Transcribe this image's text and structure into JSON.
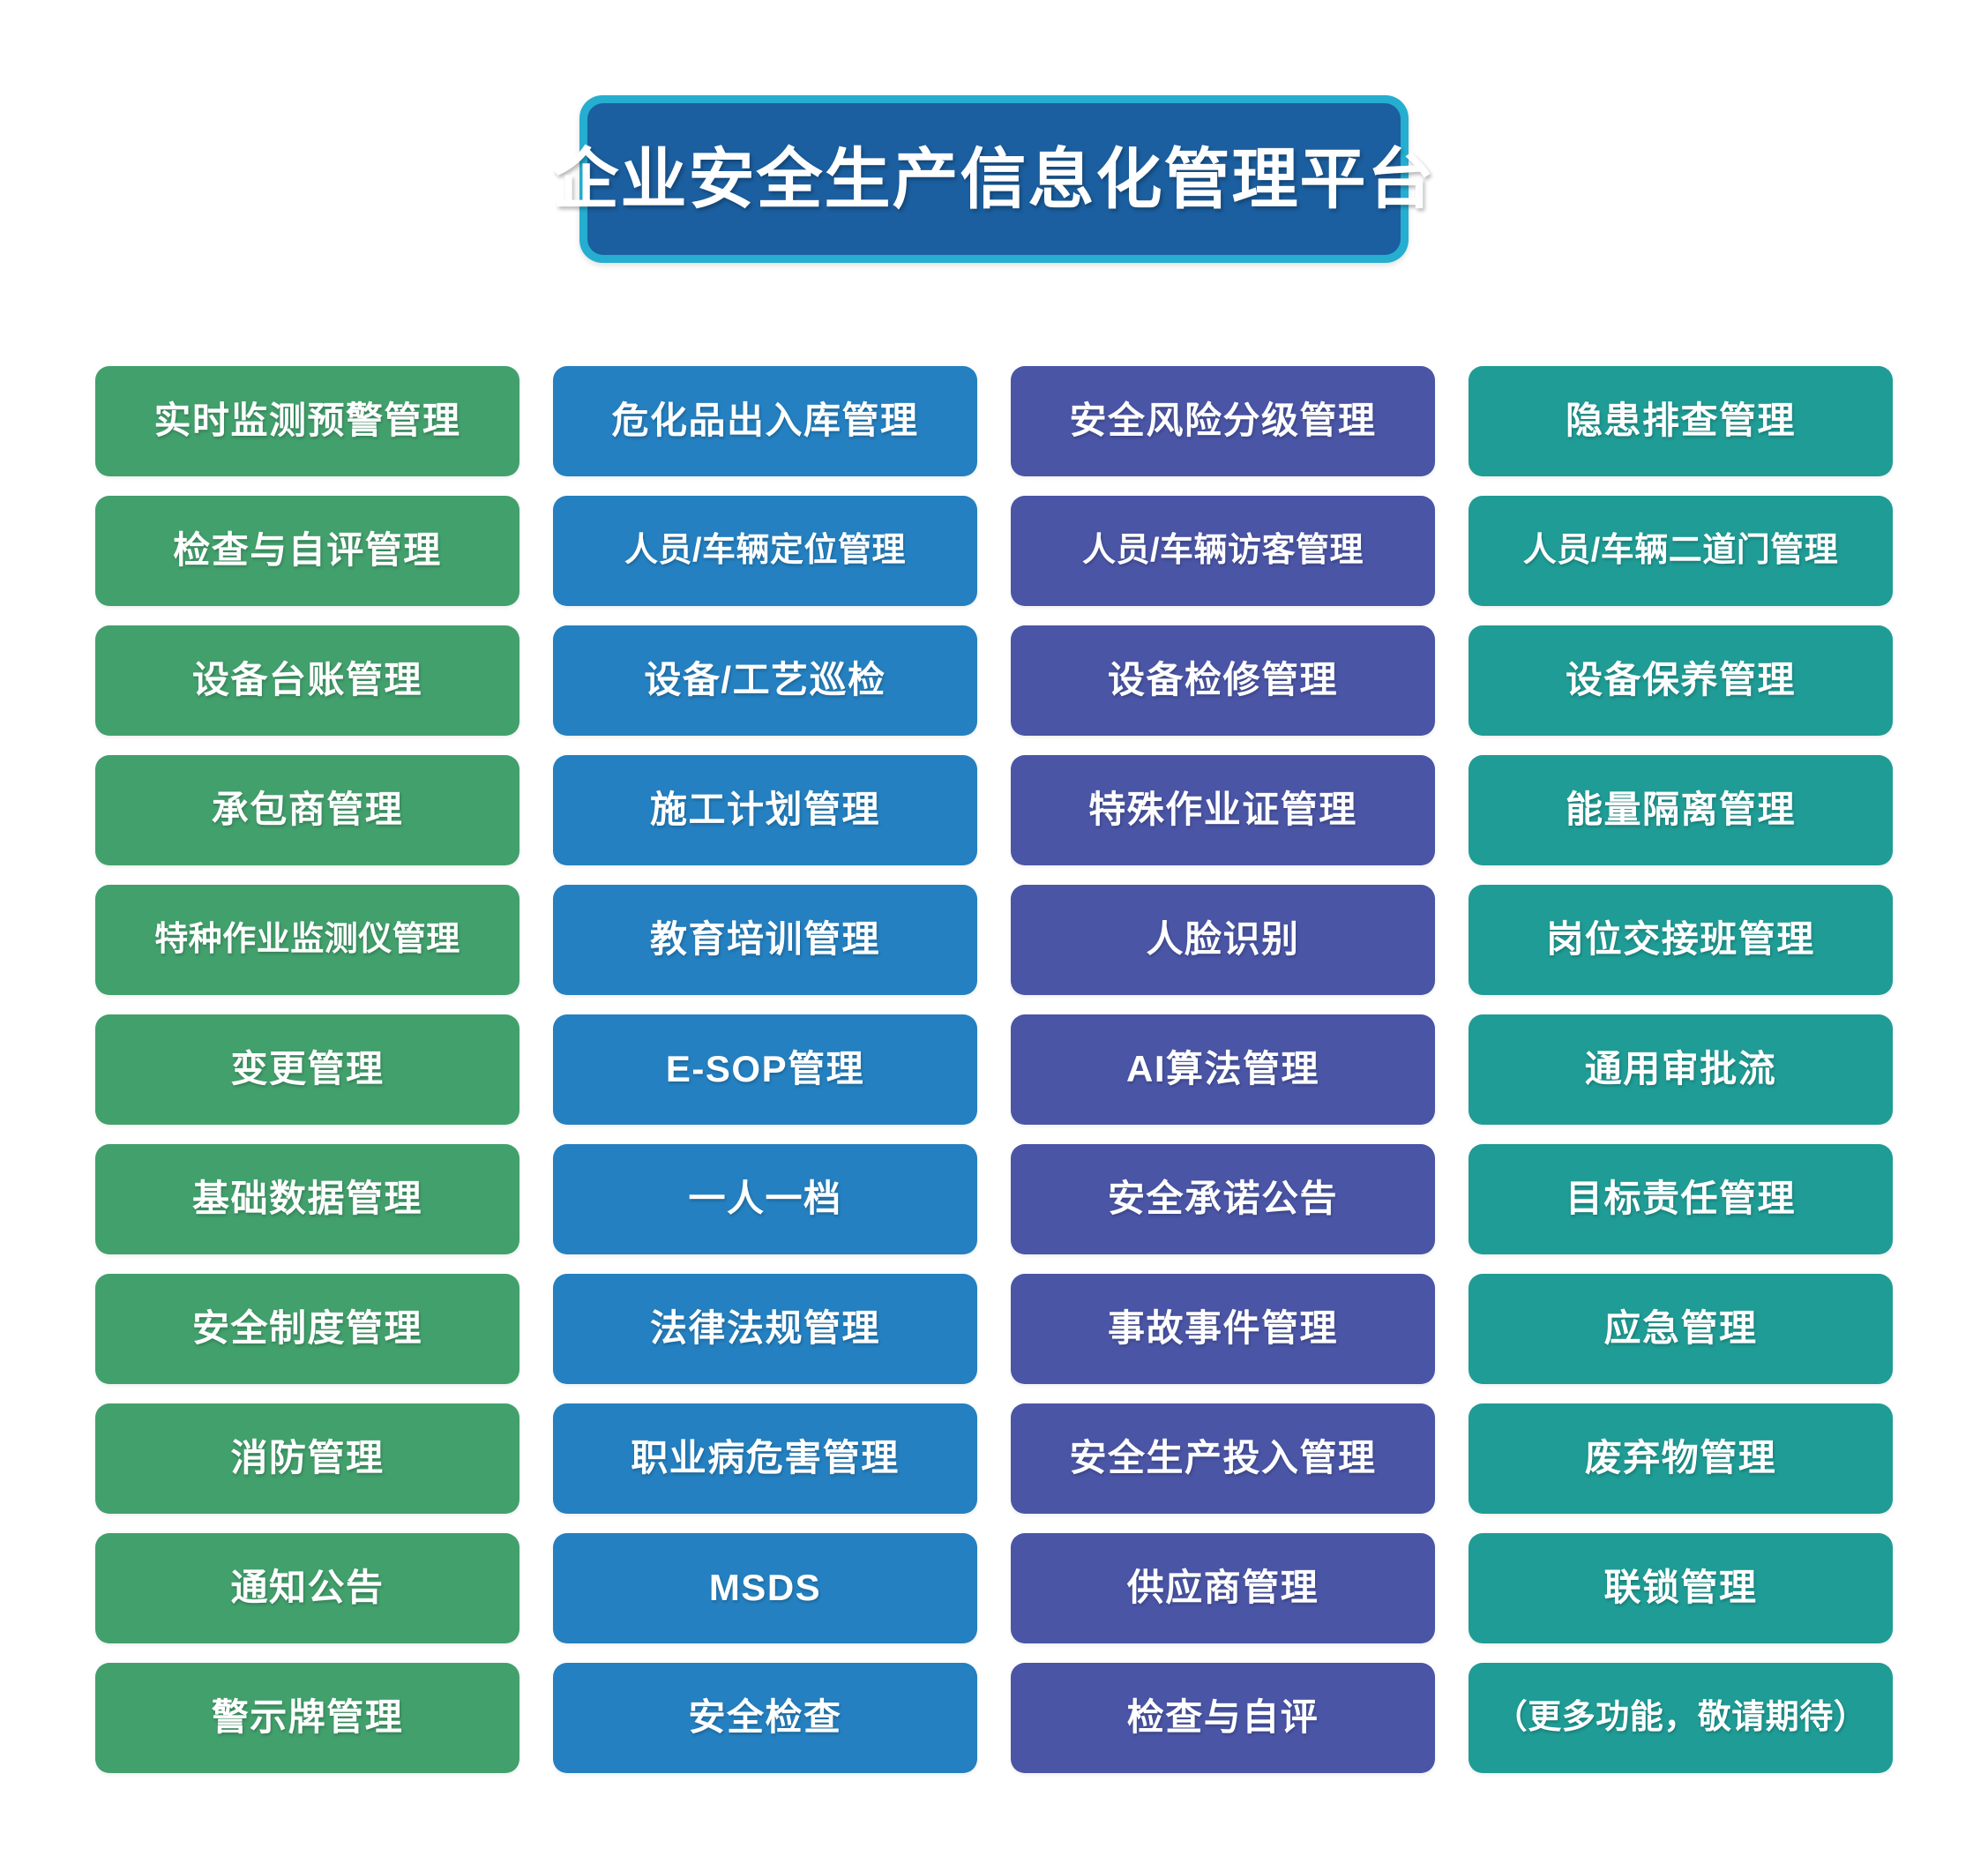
{
  "header": {
    "title": "企业安全生产信息化管理平台",
    "banner_border_color": "#25AED0",
    "banner_fill_color": "#1B5FA0",
    "title_color": "#FFFFFF"
  },
  "palette": {
    "green": "#42A06C",
    "blue": "#2480C0",
    "purple": "#4A55A6",
    "teal": "#1F9C95"
  },
  "grid": {
    "columns": 4,
    "rows": 11,
    "column_colors": [
      "green",
      "blue",
      "purple",
      "teal"
    ],
    "tiles": [
      {
        "label": "实时监测预警管理",
        "color": "green"
      },
      {
        "label": "危化品出入库管理",
        "color": "blue"
      },
      {
        "label": "安全风险分级管理",
        "color": "purple"
      },
      {
        "label": "隐患排查管理",
        "color": "teal"
      },
      {
        "label": "检查与自评管理",
        "color": "green"
      },
      {
        "label": "人员/车辆定位管理",
        "color": "blue"
      },
      {
        "label": "人员/车辆访客管理",
        "color": "purple"
      },
      {
        "label": "人员/车辆二道门管理",
        "color": "teal"
      },
      {
        "label": "设备台账管理",
        "color": "green"
      },
      {
        "label": "设备/工艺巡检",
        "color": "blue"
      },
      {
        "label": "设备检修管理",
        "color": "purple"
      },
      {
        "label": "设备保养管理",
        "color": "teal"
      },
      {
        "label": "承包商管理",
        "color": "green"
      },
      {
        "label": "施工计划管理",
        "color": "blue"
      },
      {
        "label": "特殊作业证管理",
        "color": "purple"
      },
      {
        "label": "能量隔离管理",
        "color": "teal"
      },
      {
        "label": "特种作业监测仪管理",
        "color": "green"
      },
      {
        "label": "教育培训管理",
        "color": "blue"
      },
      {
        "label": "人脸识别",
        "color": "purple"
      },
      {
        "label": "岗位交接班管理",
        "color": "teal"
      },
      {
        "label": "变更管理",
        "color": "green"
      },
      {
        "label": "E-SOP管理",
        "color": "blue"
      },
      {
        "label": "AI算法管理",
        "color": "purple"
      },
      {
        "label": "通用审批流",
        "color": "teal"
      },
      {
        "label": "基础数据管理",
        "color": "green"
      },
      {
        "label": "一人一档",
        "color": "blue"
      },
      {
        "label": "安全承诺公告",
        "color": "purple"
      },
      {
        "label": "目标责任管理",
        "color": "teal"
      },
      {
        "label": "安全制度管理",
        "color": "green"
      },
      {
        "label": "法律法规管理",
        "color": "blue"
      },
      {
        "label": "事故事件管理",
        "color": "purple"
      },
      {
        "label": "应急管理",
        "color": "teal"
      },
      {
        "label": "消防管理",
        "color": "green"
      },
      {
        "label": "职业病危害管理",
        "color": "blue"
      },
      {
        "label": "安全生产投入管理",
        "color": "purple"
      },
      {
        "label": "废弃物管理",
        "color": "teal"
      },
      {
        "label": "通知公告",
        "color": "green"
      },
      {
        "label": "MSDS",
        "color": "blue"
      },
      {
        "label": "供应商管理",
        "color": "purple"
      },
      {
        "label": "联锁管理",
        "color": "teal"
      },
      {
        "label": "警示牌管理",
        "color": "green"
      },
      {
        "label": "安全检查",
        "color": "blue"
      },
      {
        "label": "检查与自评",
        "color": "purple"
      },
      {
        "label": "（更多功能，敬请期待）",
        "color": "teal"
      }
    ]
  }
}
